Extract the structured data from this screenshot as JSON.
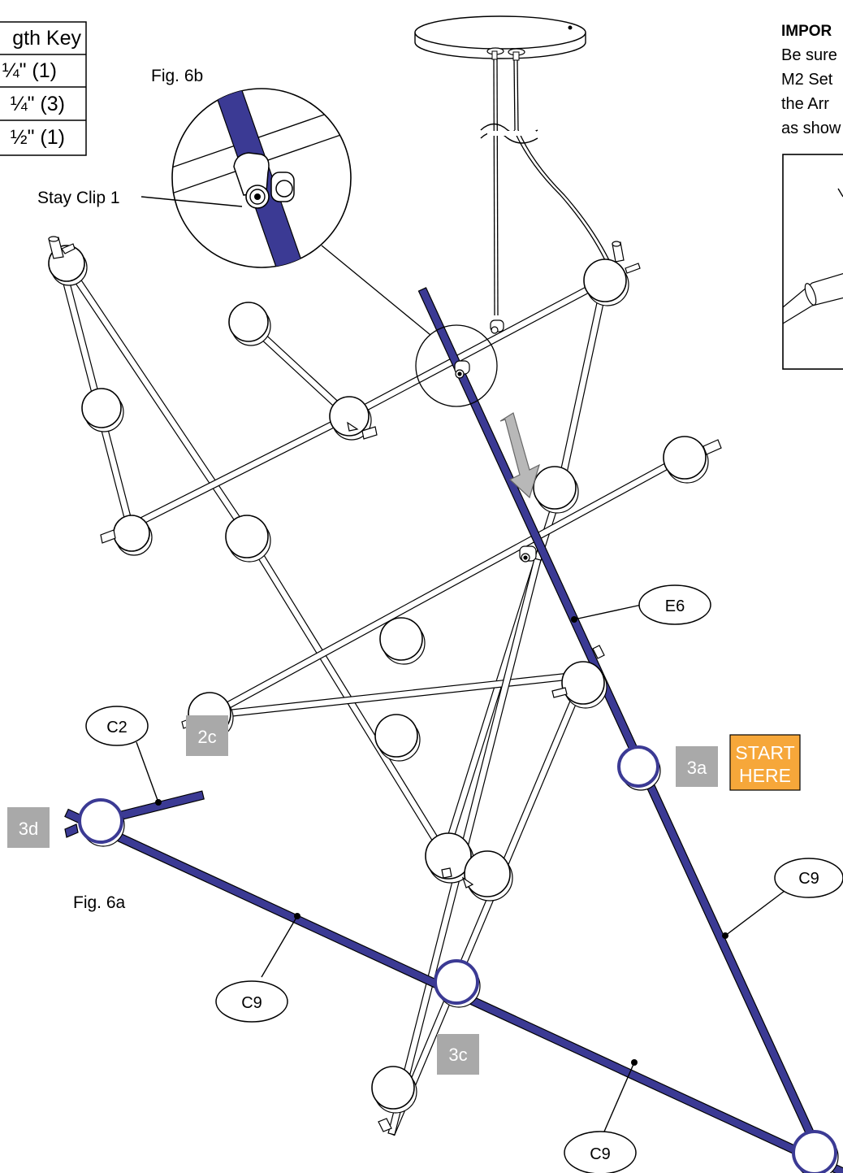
{
  "length_key": {
    "header": "gth Key",
    "rows": [
      "¼\" (1)",
      "¼\" (3)",
      "½\" (1)"
    ]
  },
  "figures": {
    "fig_6a": "Fig. 6a",
    "fig_6b": "Fig. 6b"
  },
  "callouts": {
    "stay_clip": "Stay Clip 1"
  },
  "part_labels": {
    "e6": "E6",
    "c2": "C2",
    "c9_right": "C9",
    "c9_left": "C9",
    "c9_bottom": "C9"
  },
  "step_tags": {
    "s2c": "2c",
    "s3a": "3a",
    "s3c": "3c",
    "s3d": "3d"
  },
  "start_here": {
    "line1": "START",
    "line2": "HERE",
    "color": "#f6a73a"
  },
  "important_note": {
    "heading": "IMPOR",
    "lines": [
      "Be sure",
      "M2 Set",
      "the Arr",
      "as show"
    ]
  },
  "colors": {
    "highlight_rod": "#3b3a94",
    "tag_gray": "#a9a9a9"
  }
}
